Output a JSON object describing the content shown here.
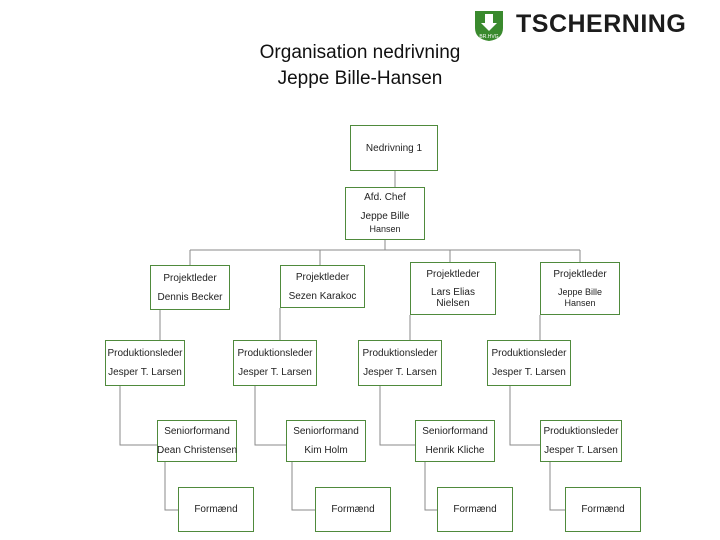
{
  "title": {
    "line1": "Organisation nedrivning",
    "line2": "Jeppe Bille-Hansen"
  },
  "logo": {
    "badge_text": "BR.HVG",
    "company": "TSCHERNING",
    "brand_color": "#3a8a2e"
  },
  "colors": {
    "box_border": "#4f8a3c",
    "connector": "#8a8a8a"
  },
  "org": {
    "root": {
      "title": "Nedrivning 1"
    },
    "dept_head": {
      "title": "Afd. Chef",
      "name_line1": "Jeppe Bille",
      "name_line2": "Hansen"
    },
    "project_leaders": [
      {
        "title": "Projektleder",
        "name": "Dennis Becker"
      },
      {
        "title": "Projektleder",
        "name": "Sezen Karakoc"
      },
      {
        "title": "Projektleder",
        "name": "Lars Elias Nielsen"
      },
      {
        "title": "Projektleder",
        "name": "Jeppe Bille Hansen"
      }
    ],
    "production_leaders": [
      {
        "title": "Produktionsleder",
        "name": "Jesper T. Larsen"
      },
      {
        "title": "Produktionsleder",
        "name": "Jesper T. Larsen"
      },
      {
        "title": "Produktionsleder",
        "name": "Jesper T. Larsen"
      },
      {
        "title": "Produktionsleder",
        "name": "Jesper T. Larsen"
      }
    ],
    "senior_foremen": [
      {
        "title": "Seniorformand",
        "name": "Dean Christensen"
      },
      {
        "title": "Seniorformand",
        "name": "Kim Holm"
      },
      {
        "title": "Seniorformand",
        "name": "Henrik Kliche"
      },
      {
        "title": "Produktionsleder",
        "name": "Jesper T. Larsen"
      }
    ],
    "foremen": [
      {
        "title": "Formænd"
      },
      {
        "title": "Formænd"
      },
      {
        "title": "Formænd"
      },
      {
        "title": "Formænd"
      }
    ]
  }
}
